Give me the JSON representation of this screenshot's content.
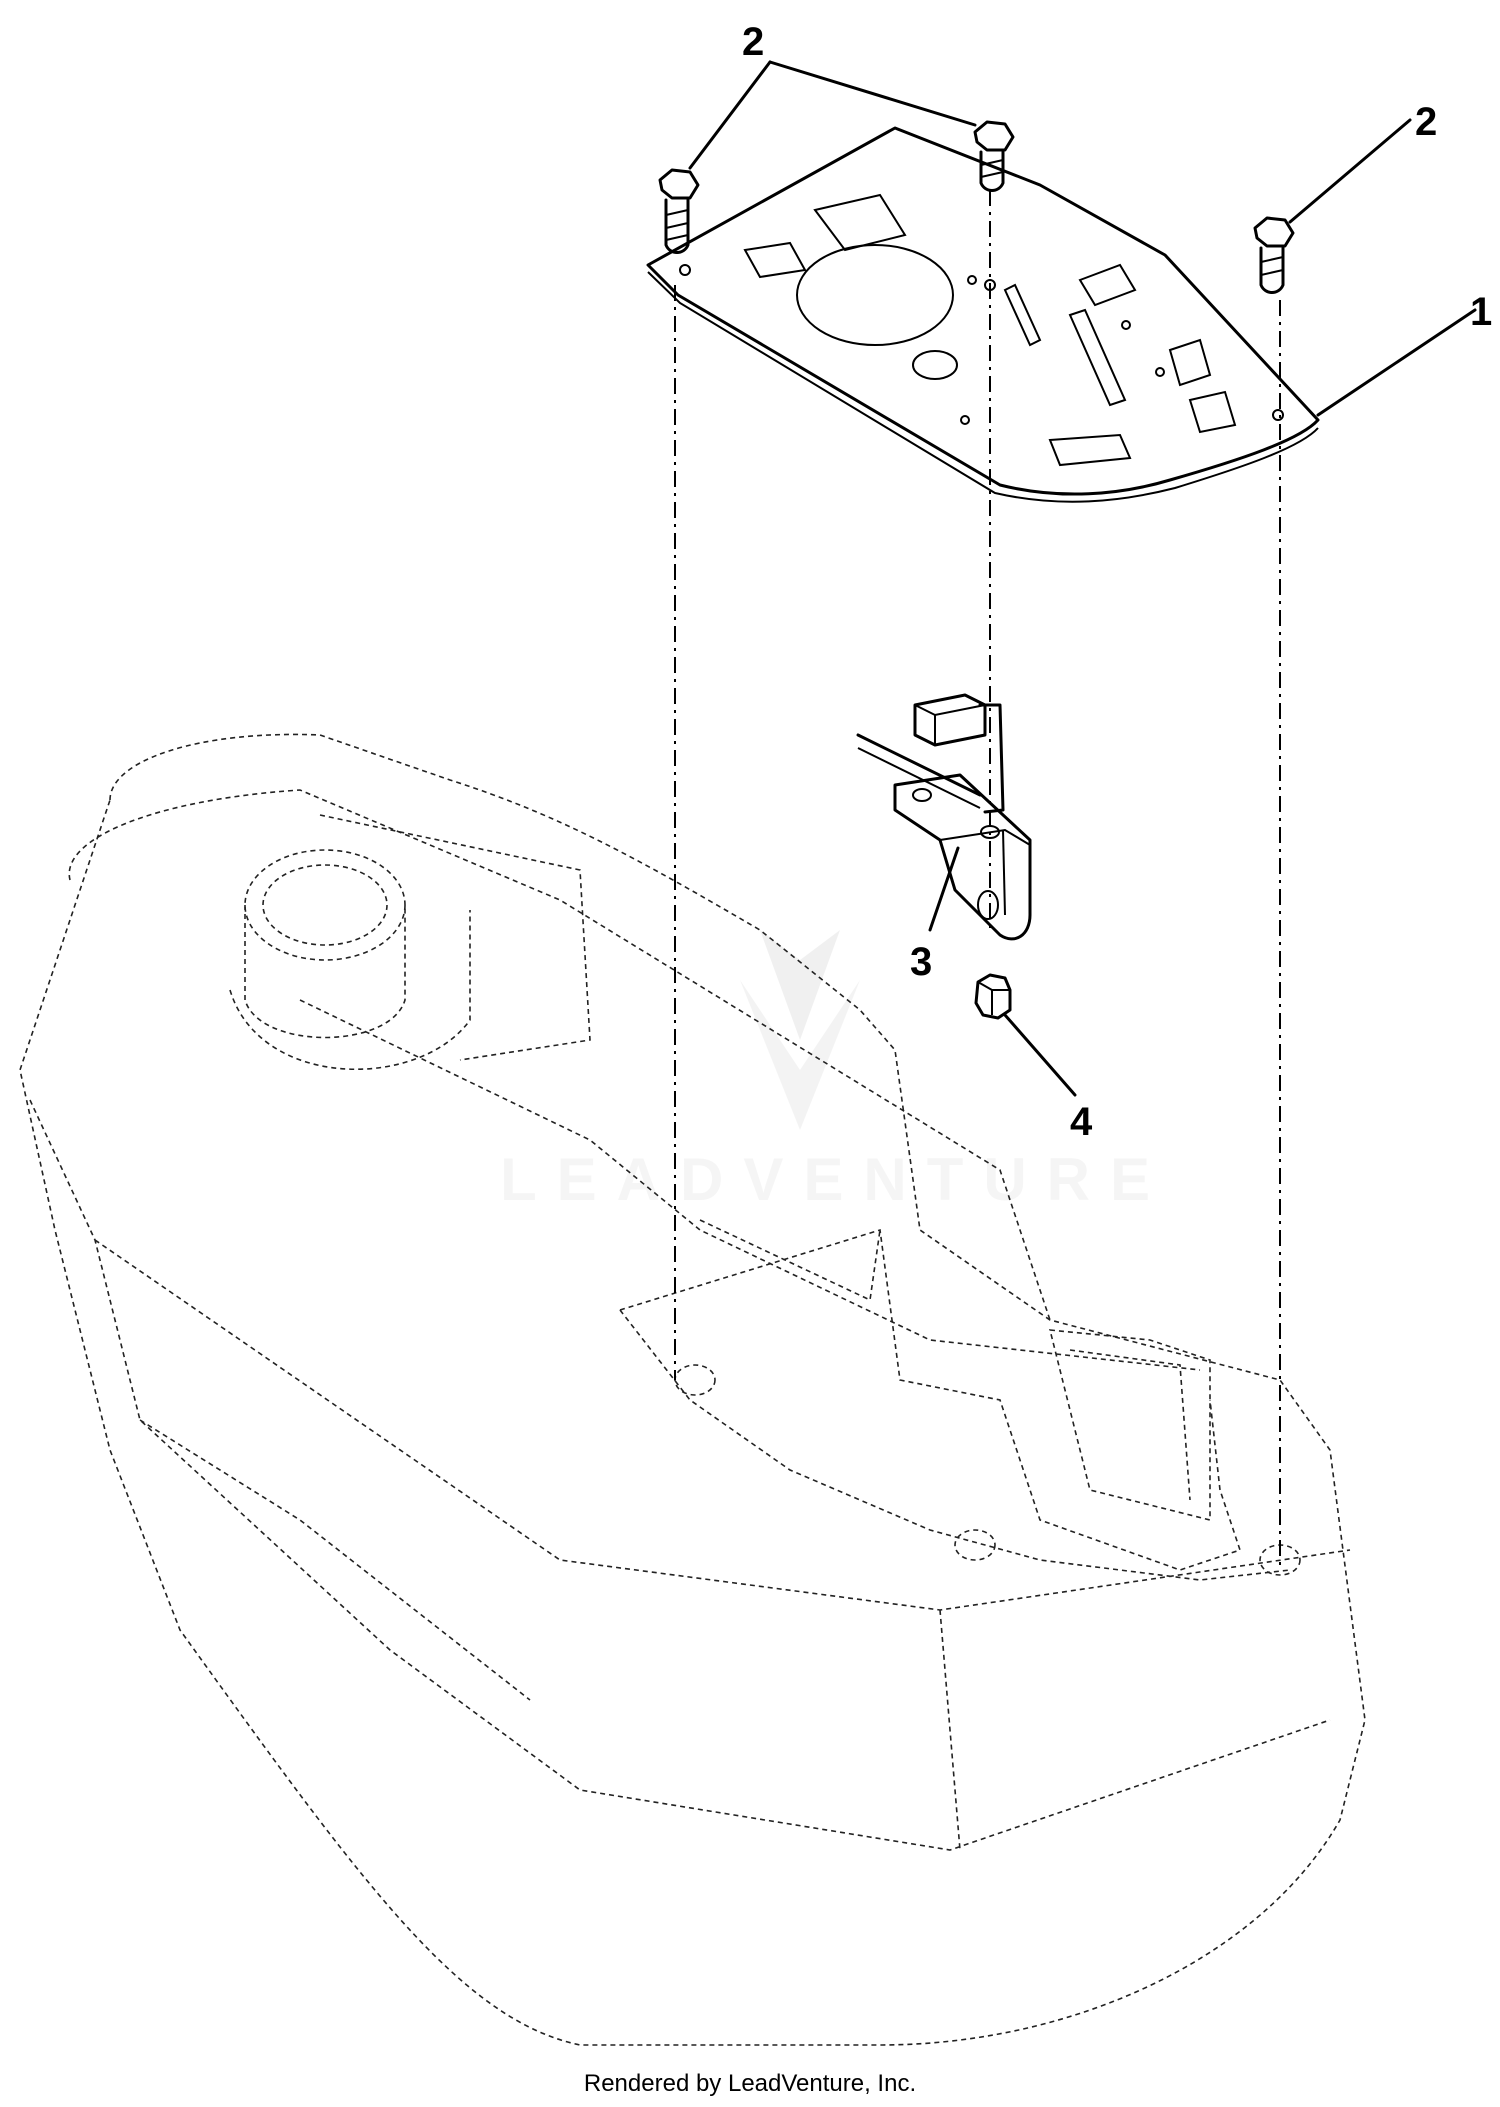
{
  "callouts": {
    "plate": "1",
    "bolt_top": "2",
    "bolt_right": "2",
    "bracket": "3",
    "nut": "4"
  },
  "watermark": "LEADVENTURE",
  "footer": "Rendered by LeadVenture, Inc."
}
